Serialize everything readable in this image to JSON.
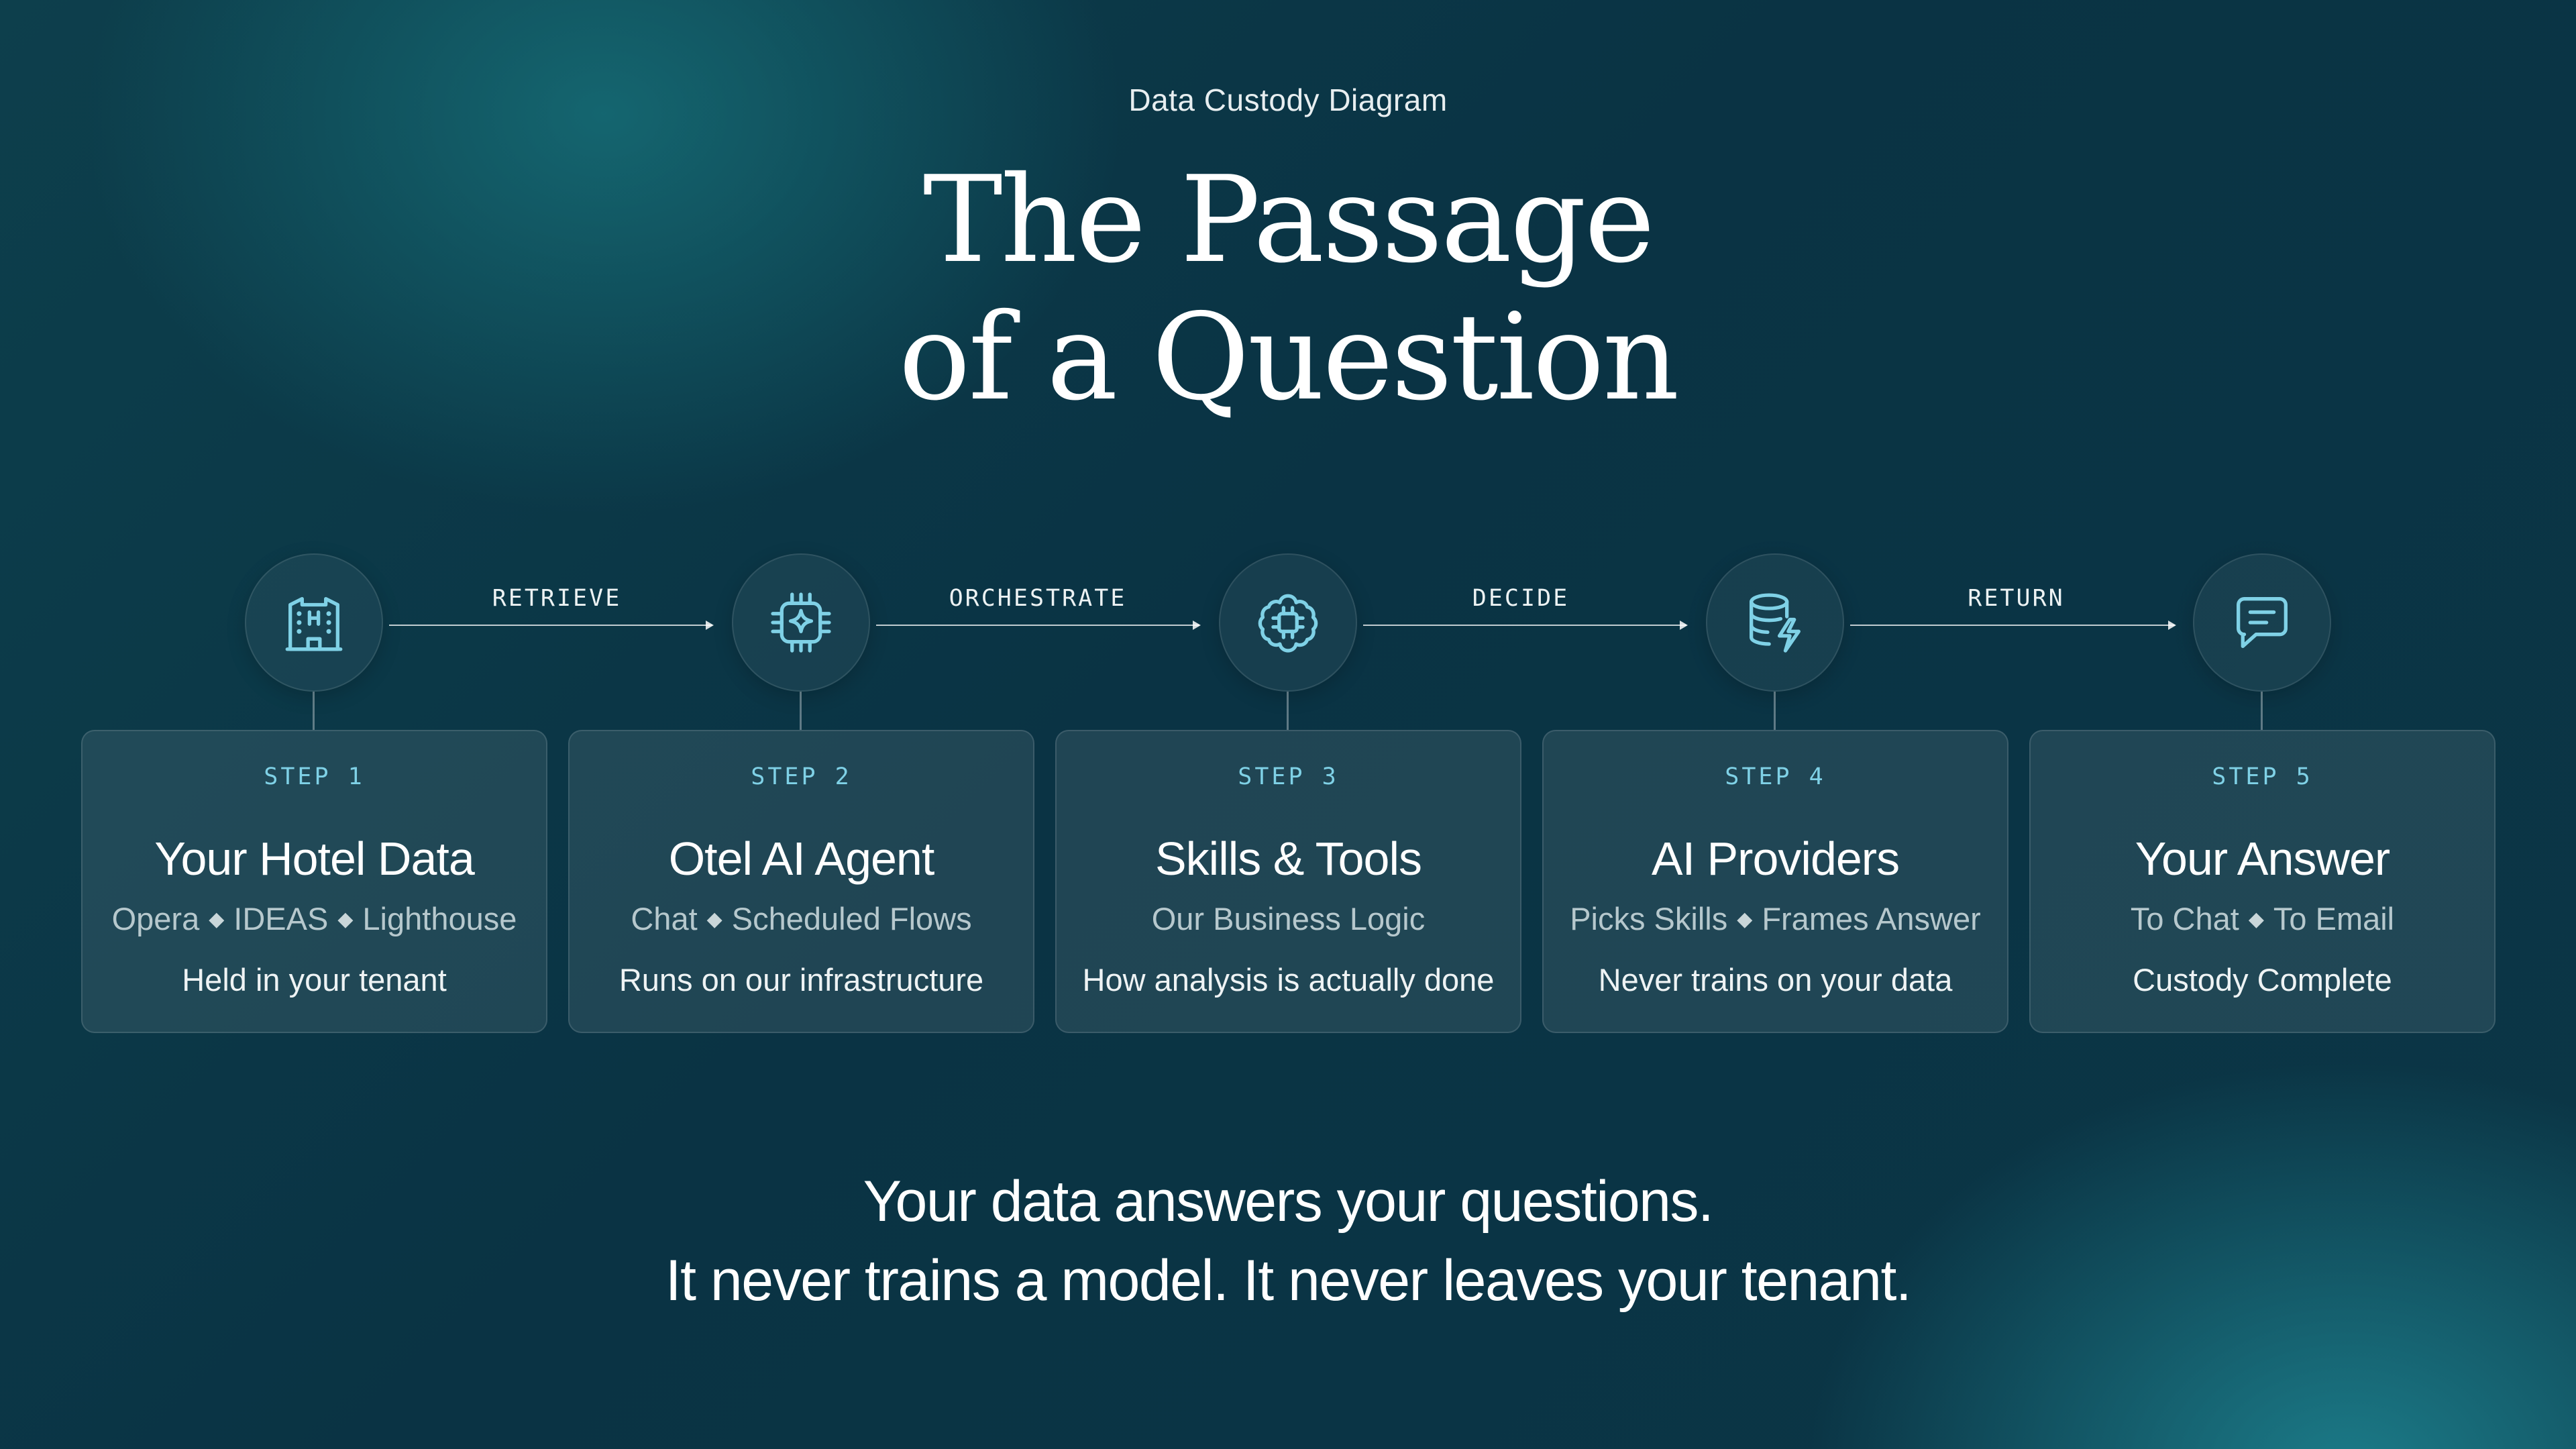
{
  "header": {
    "eyebrow": "Data Custody Diagram",
    "title_line1": "The Passage",
    "title_line2": "of a Question"
  },
  "icons": {
    "step1": "hotel-building-icon",
    "step2": "ai-chip-sparkle-icon",
    "step3": "brain-chip-icon",
    "step4": "database-lightning-icon",
    "step5": "chat-message-icon"
  },
  "colors": {
    "accent": "#7fd1e6",
    "background": "#0a3343"
  },
  "connectors": [
    "RETRIEVE",
    "ORCHESTRATE",
    "DECIDE",
    "RETURN"
  ],
  "steps": [
    {
      "step": "STEP 1",
      "name": "Your Hotel Data",
      "sub_a": "Opera",
      "sub_b": "IDEAS",
      "sub_c": "Lighthouse",
      "note": "Held in your tenant"
    },
    {
      "step": "STEP 2",
      "name": "Otel AI Agent",
      "sub_a": "Chat",
      "sub_b": "Scheduled Flows",
      "note": "Runs on our infrastructure"
    },
    {
      "step": "STEP 3",
      "name": "Skills & Tools",
      "sub_a": "Our Business Logic",
      "note": "How analysis is actually done"
    },
    {
      "step": "STEP 4",
      "name": "AI Providers",
      "sub_a": "Picks Skills",
      "sub_b": "Frames Answer",
      "note": "Never trains on your data"
    },
    {
      "step": "STEP 5",
      "name": "Your Answer",
      "sub_a": "To Chat",
      "sub_b": "To Email",
      "note": "Custody Complete"
    }
  ],
  "separator": "◆",
  "tagline": {
    "line1": "Your data answers your questions.",
    "line2": "It never trains a model. It never leaves your tenant."
  }
}
